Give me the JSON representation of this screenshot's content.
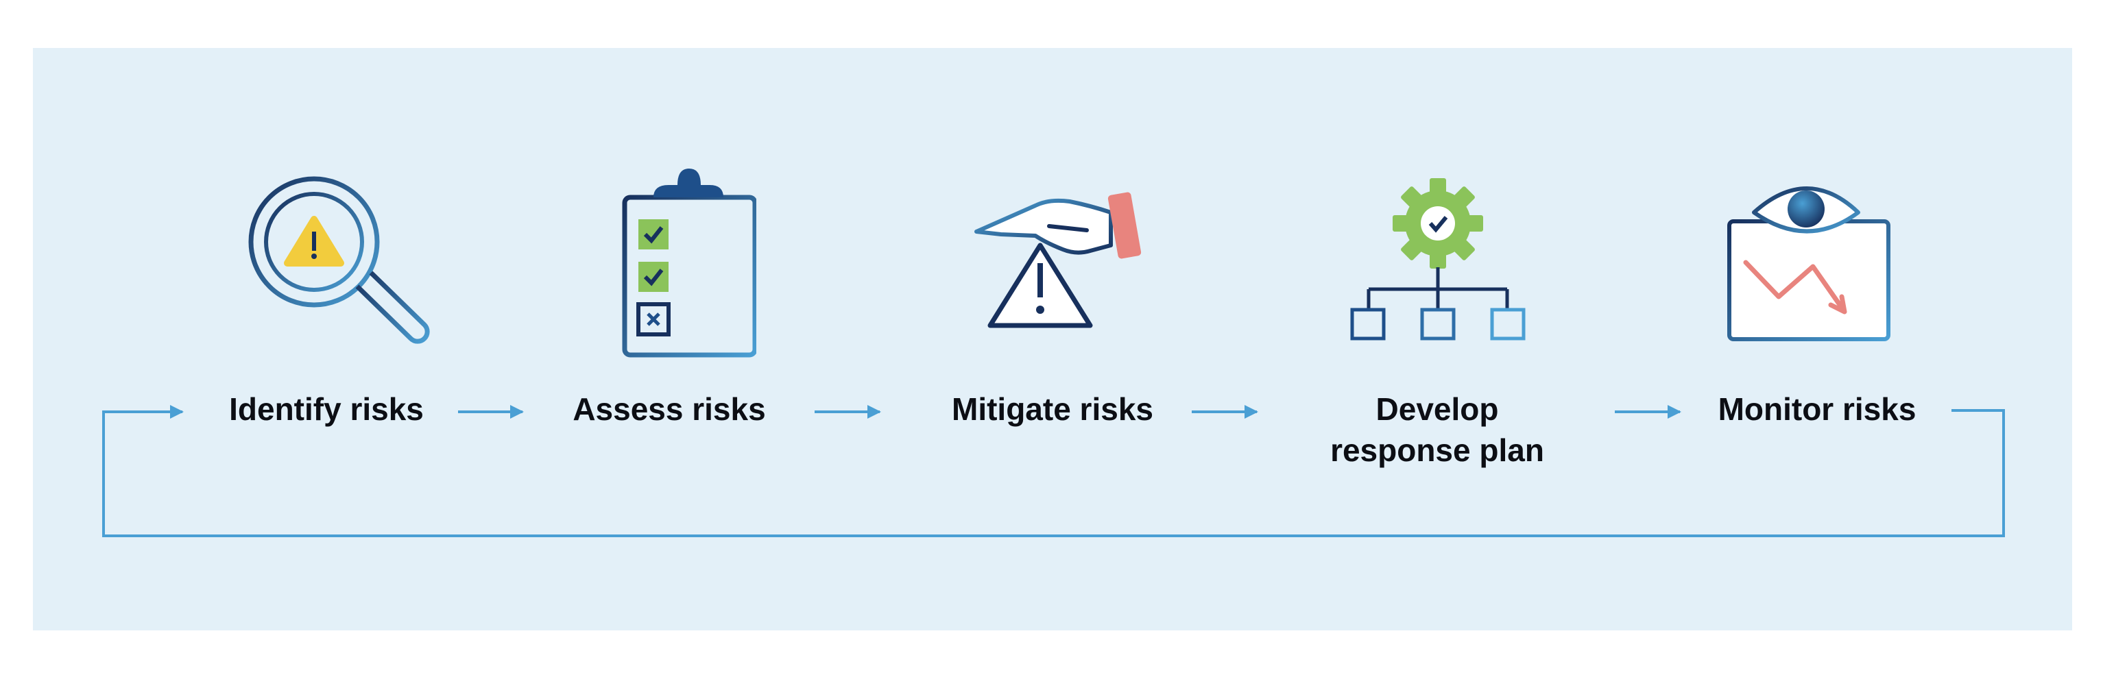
{
  "steps": [
    {
      "label": "Identify risks",
      "icon": "magnifier-warning-icon"
    },
    {
      "label": "Assess risks",
      "icon": "clipboard-checklist-icon"
    },
    {
      "label": "Mitigate risks",
      "icon": "hand-warning-icon"
    },
    {
      "label": "Develop\nresponse plan",
      "icon": "gear-org-chart-icon"
    },
    {
      "label": "Monitor risks",
      "icon": "eye-chart-icon"
    }
  ],
  "colors": {
    "panel": "#e3f0f8",
    "navy": "#17305d",
    "blue": "#4a9fd4",
    "arrow": "#4a9fd4",
    "yellow": "#f2cc3d",
    "green": "#8bc35a",
    "coral": "#e8847e",
    "text": "#0c0e14"
  }
}
